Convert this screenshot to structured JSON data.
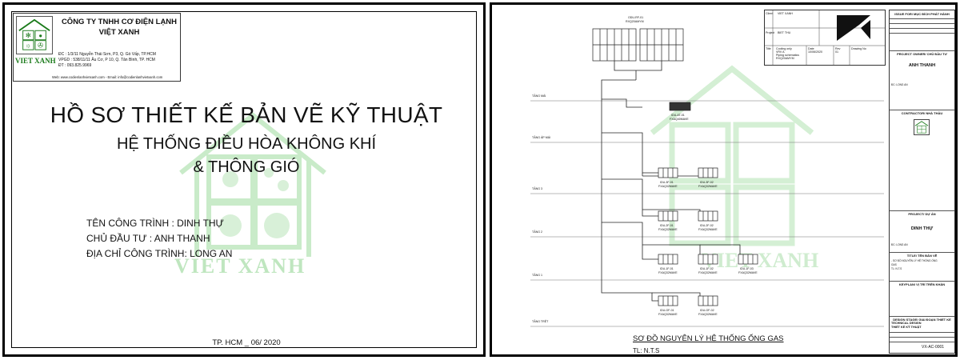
{
  "cover": {
    "company": {
      "name_line1": "CÔNG TY TNHH CƠ ĐIỆN LẠNH",
      "name_line2": "VIỆT XANH",
      "brand": "VIET XANH",
      "address_dc": "ĐC : 1/3/11 Nguyễn Thái Sơn, P3, Q. Gò Vấp, TP.HCM",
      "address_vpgd": "VPGD : 538/11/11 Âu Cơ, P 10, Q. Tân Bình, TP. HCM",
      "phone": "ĐT : 093.825.9969",
      "web": "Web: www.codienlanhvietxanh.com - Email: info@codienlanhvietxanh.com"
    },
    "title_line1": "HỒ SƠ THIẾT KẾ BẢN VẼ KỸ THUẬT",
    "title_line2": "HỆ THỐNG ĐIỀU HÒA KHÔNG KHÍ",
    "title_line3": "& THÔNG GIÓ",
    "project_name": "TÊN CÔNG TRÌNH : DINH THỰ",
    "owner": "CHỦ ĐẦU TƯ : ANH THANH",
    "location": "ĐỊA CHỈ CÔNG TRÌNH: LONG AN",
    "watermark": "VIET XANH",
    "date": "TP. HCM _ 06/ 2020"
  },
  "drawing": {
    "title": "SƠ ĐỒ NGUYÊN LÝ HỆ THỐNG ỐNG GAS",
    "scale": "TL: N.T.S",
    "header": {
      "client_label": "Client",
      "client_value": "VIET XANH",
      "project_label": "Project",
      "project_value": "BIET THU",
      "title_label": "Title",
      "title_value1": "Cooling only",
      "title_value2": "VRV A",
      "title_value3": "Piping schematics",
      "title_value4": "RXQ20AMYM",
      "date_label": "Date",
      "date_value": "10/06/2020",
      "rev_label": "Rev",
      "rev_value": "01",
      "drawing_label": "Drawing No"
    },
    "floors": [
      "TẦNG MÁI",
      "TẦNG ÁP MÁI",
      "TẦNG 3",
      "TẦNG 2",
      "TẦNG 1",
      "TẦNG TRỆT"
    ],
    "outdoor_unit": "ODU-RF-01",
    "outdoor_model": "RXQ20AMYM",
    "indoor_units": [
      {
        "id": "IDU-AT-01",
        "model": "FXAQ40MAVE"
      },
      {
        "id": "IDU-3F-01",
        "model": "FXAQ32MAVE"
      },
      {
        "id": "IDU-3F-02",
        "model": "FXAQ32MAVE"
      },
      {
        "id": "IDU-2F-01",
        "model": "FXAQ32MAVE"
      },
      {
        "id": "IDU-2F-02",
        "model": "FXAQ32MAVE"
      },
      {
        "id": "IDU-1F-01",
        "model": "FXAQ32MAVE"
      },
      {
        "id": "IDU-1F-02",
        "model": "FXAQ32MAVE"
      },
      {
        "id": "IDU-1F-03",
        "model": "FXAQ32MAVE"
      },
      {
        "id": "IDU-GF-01",
        "model": "FXAQ32MAVE"
      },
      {
        "id": "IDU-GF-02",
        "model": "FXAQ32MAVE"
      }
    ],
    "title_block": {
      "issue_header": "ISSUE FOR/ MỤC ĐÍCH PHÁT HÀNH",
      "owner_header": "PROJECT OWNER/ CHỦ ĐẦU TƯ",
      "owner_name": "ANH THANH",
      "location_small": "ĐC: LONG AN",
      "contractor_header": "CONTRACTOR/ NHÀ THẦU",
      "project_header": "PROJECT/ DỰ ÁN",
      "project_name": "DINH THỰ",
      "project_location": "ĐC: LONG AN",
      "sheet_title_header": "TITLE/ TÊN BẢN VẼ",
      "sheet_title_line1": "- SƠ ĐỒ NGUYÊN LÝ HỆ THỐNG ỐNG",
      "sheet_title_line2": "GAS",
      "sheet_title_line3": "TL: N.T.S",
      "keyplan_header": "KEYPLAN/ VỊ TRÍ TRÊN KHẢN",
      "design_stage": "DESIGN STAGE/ GIAI ĐOẠN THIẾT KẾ",
      "tech_design1": "TECHNICAL DESIGN",
      "tech_design2": "THIẾT KẾ KỸ THUẬT",
      "drawing_no": "VX-AC-0001"
    }
  }
}
